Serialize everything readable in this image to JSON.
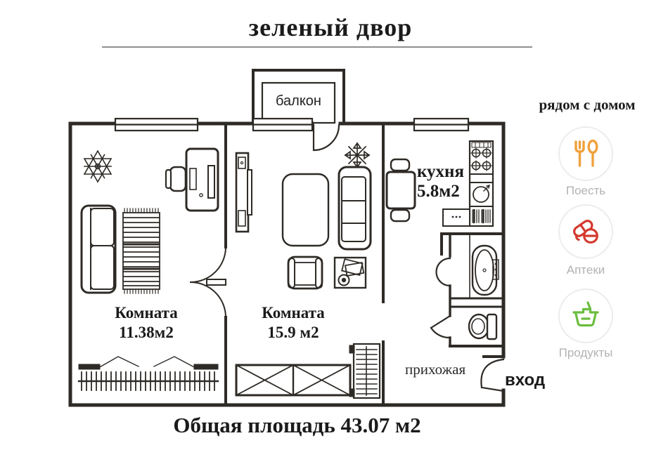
{
  "title": "зеленый двор",
  "plan": {
    "balcony_label": "балкон",
    "kitchen_label": "кухня",
    "kitchen_area": "5.8м2",
    "room1_label": "Комната",
    "room1_area": "11.38м2",
    "room2_label": "Комната",
    "room2_area": "15.9 м2",
    "hallway_label": "прихожая",
    "entrance_label": "вход",
    "total_area_label": "Общая площадь 43.07 м2"
  },
  "nearby": {
    "heading": "рядом с домом",
    "items": [
      {
        "label": "Поесть",
        "icon": "fork-spoon-icon",
        "color": "#F0A13C"
      },
      {
        "label": "Аптеки",
        "icon": "pills-icon",
        "color": "#D4392E"
      },
      {
        "label": "Продукты",
        "icon": "basket-icon",
        "color": "#6BBE3F"
      }
    ]
  },
  "colors": {
    "wall": "#2E2A26",
    "title_underline": "#8F8F8F",
    "nearby_label_gray": "#B2B2B2",
    "circle_border": "#ECECEC"
  }
}
